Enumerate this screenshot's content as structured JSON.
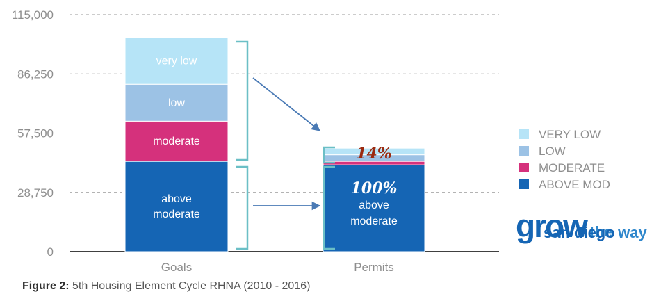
{
  "chart_data": {
    "type": "bar",
    "stacked": true,
    "categories": [
      "Goals",
      "Permits"
    ],
    "yticks": [
      "0",
      "28,750",
      "57,500",
      "86,250",
      "115,000"
    ],
    "ylim": [
      0,
      115000
    ],
    "grid": true,
    "series": [
      {
        "name": "ABOVE MOD",
        "color": "#1565b4",
        "values": [
          43800,
          42100
        ]
      },
      {
        "name": "MODERATE",
        "color": "#d5317c",
        "values": [
          19500,
          1700
        ]
      },
      {
        "name": "LOW",
        "color": "#9cc2e5",
        "values": [
          17900,
          3200
        ]
      },
      {
        "name": "VERY LOW",
        "color": "#b6e4f7",
        "values": [
          22600,
          3200
        ]
      }
    ],
    "segment_labels": {
      "goals": [
        "above\nmoderate",
        "moderate",
        "low",
        "very low"
      ],
      "permits_above": "above\nmoderate"
    },
    "annotations": {
      "top_pct": "14%",
      "top_pct_color": "#9b2a10",
      "bottom_pct": "100%",
      "bottom_pct_color": "#ffffff"
    },
    "legend_position": "right",
    "arrow_color": "#4a7ab5",
    "bracket_color": "#6bbfc6"
  },
  "caption": {
    "bold": "Figure 2:",
    "text": " 5th Housing Element Cycle RHNA (2010 - 2016)"
  },
  "logo": {
    "word1": "grow",
    "word2": "the",
    "word3": "san diego",
    "word4": "way"
  }
}
